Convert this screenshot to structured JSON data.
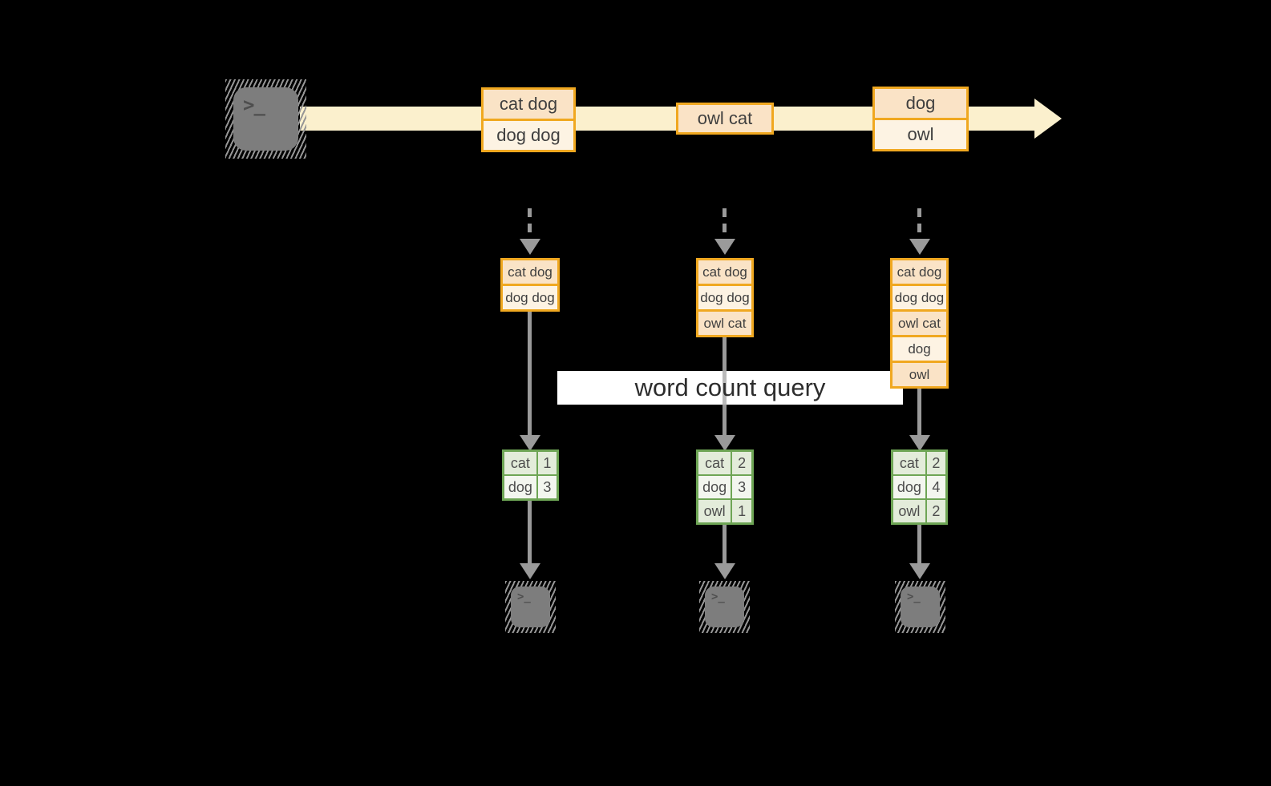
{
  "banner": {
    "label": "word count query"
  },
  "icons": {
    "prompt_glyph": ">_",
    "source": "terminal-icon",
    "sinks": [
      "terminal-icon",
      "terminal-icon",
      "terminal-icon"
    ]
  },
  "colors": {
    "background": "#000000",
    "stream_fill": "#fbf0cd",
    "event_border": "#f0a820",
    "event_cell_dark": "#fae3c6",
    "event_cell_light": "#fdf3e3",
    "table_border": "#6ea555",
    "table_row_green": "#e3ecda",
    "table_row_white": "#f3f6ef",
    "connector_gray": "#9a9a9a",
    "terminal_gray": "#7d7d7d",
    "banner_bg": "#ffffff",
    "text_dark": "#3f3f3f"
  },
  "stream_boxes": [
    {
      "cells": [
        "cat dog",
        "dog dog"
      ]
    },
    {
      "cells": [
        "owl cat"
      ]
    },
    {
      "cells": [
        "dog",
        "owl"
      ]
    }
  ],
  "stacks": [
    {
      "cells": [
        "cat dog",
        "dog dog"
      ]
    },
    {
      "cells": [
        "cat dog",
        "dog dog",
        "owl cat"
      ]
    },
    {
      "cells": [
        "cat dog",
        "dog dog",
        "owl cat",
        "dog",
        "owl"
      ]
    }
  ],
  "tables": [
    {
      "rows": [
        {
          "word": "cat",
          "count": "1"
        },
        {
          "word": "dog",
          "count": "3"
        }
      ]
    },
    {
      "rows": [
        {
          "word": "cat",
          "count": "2"
        },
        {
          "word": "dog",
          "count": "3"
        },
        {
          "word": "owl",
          "count": "1"
        }
      ]
    },
    {
      "rows": [
        {
          "word": "cat",
          "count": "2"
        },
        {
          "word": "dog",
          "count": "4"
        },
        {
          "word": "owl",
          "count": "2"
        }
      ]
    }
  ]
}
